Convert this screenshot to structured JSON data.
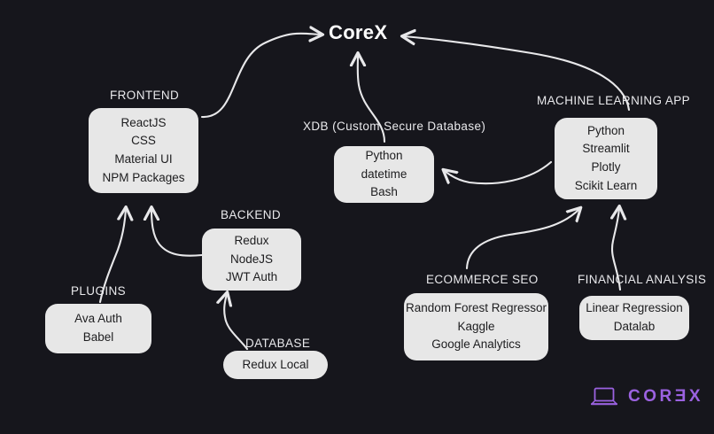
{
  "title": "CoreX",
  "background_color": "#16161c",
  "node_fill": "#e7e7e7",
  "arrow_color": "#e8e8ea",
  "brand": {
    "name": "COREX",
    "display_text": "CORƎX",
    "color": "#9b62e0",
    "icon": "laptop-icon"
  },
  "captions": {
    "frontend": "FRONTEND",
    "backend": "BACKEND",
    "plugins": "PLUGINS",
    "database": "DATABASE",
    "xdb": "XDB (Custom Secure Database)",
    "ml": "MACHINE LEARNING APP",
    "ecommerce": "ECOMMERCE SEO",
    "financial": "FINANCIAL ANALYSIS"
  },
  "nodes": {
    "frontend": {
      "lines": [
        "ReactJS",
        "CSS",
        "Material UI",
        "NPM Packages"
      ]
    },
    "backend": {
      "lines": [
        "Redux",
        "NodeJS",
        "JWT Auth"
      ]
    },
    "plugins": {
      "lines": [
        "Ava Auth",
        "Babel"
      ]
    },
    "database": {
      "lines": [
        "Redux Local"
      ]
    },
    "xdb": {
      "lines": [
        "Python",
        "datetime",
        "Bash"
      ]
    },
    "ml": {
      "lines": [
        "Python",
        "Streamlit",
        "Plotly",
        "Scikit Learn"
      ]
    },
    "ecommerce": {
      "lines": [
        "Random Forest Regressor",
        "Kaggle",
        "Google Analytics"
      ]
    },
    "financial": {
      "lines": [
        "Linear Regression",
        "Datalab"
      ]
    }
  },
  "edges": [
    {
      "from": "frontend",
      "to": "corex"
    },
    {
      "from": "xdb",
      "to": "corex"
    },
    {
      "from": "ml",
      "to": "corex"
    },
    {
      "from": "ml",
      "to": "xdb"
    },
    {
      "from": "plugins",
      "to": "frontend"
    },
    {
      "from": "backend",
      "to": "frontend"
    },
    {
      "from": "database",
      "to": "backend"
    },
    {
      "from": "ecommerce",
      "to": "ml"
    },
    {
      "from": "financial",
      "to": "ml"
    }
  ]
}
